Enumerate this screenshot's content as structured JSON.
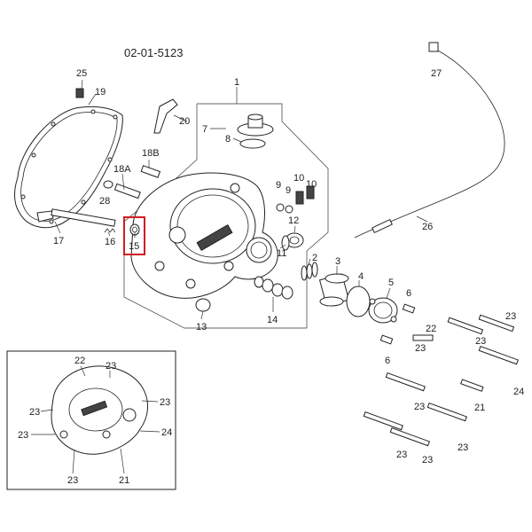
{
  "diagram": {
    "code": "02-01-5123",
    "highlight_color": "#d01c24",
    "labels": {
      "l1": "1",
      "l2": "2",
      "l3": "3",
      "l4": "4",
      "l5": "5",
      "l6a": "6",
      "l6b": "6",
      "l7": "7",
      "l8": "8",
      "l9a": "9",
      "l9b": "9",
      "l10a": "10",
      "l10b": "10",
      "l11": "11",
      "l12": "12",
      "l13": "13",
      "l14": "14",
      "l15": "15",
      "l16": "16",
      "l17": "17",
      "l18a": "18A",
      "l18b": "18B",
      "l19": "19",
      "l20": "20",
      "l21a": "21",
      "l21b": "21",
      "l22a": "22",
      "l22b": "22",
      "l23a": "23",
      "l23b": "23",
      "l23c": "23",
      "l23d": "23",
      "l23e": "23",
      "l23f": "23",
      "l23g": "23",
      "l23h": "23",
      "l23i": "23",
      "l23j": "23",
      "l23k": "23",
      "l23l": "23",
      "l24a": "24",
      "l24b": "24",
      "l25": "25",
      "l26": "26",
      "l27": "27",
      "l28": "28"
    }
  }
}
